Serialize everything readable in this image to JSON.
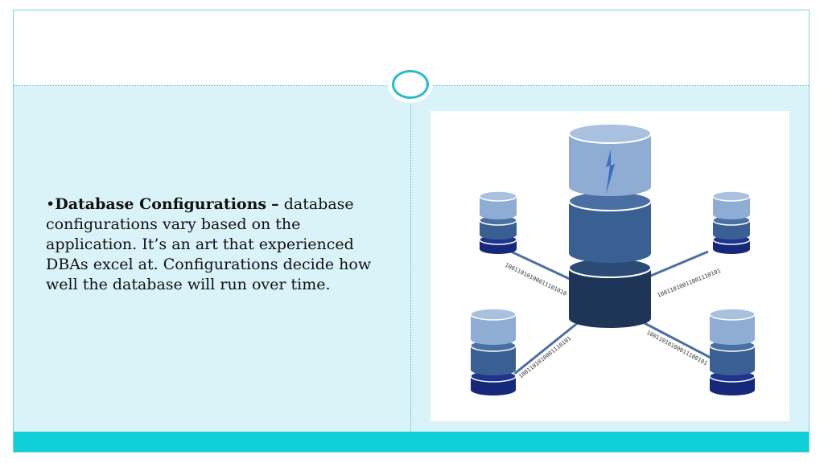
{
  "slide": {
    "bullet_marker": "•",
    "bullet_term": "Database Configurations",
    "bullet_dash": "–",
    "bullet_text": "database configurations vary based on the application. It’s an art that experienced DBAs excel at. Configurations decide how well the database will run over time."
  },
  "illustration": {
    "binary_labels": [
      "10011010100011101010",
      "10011010011001110101",
      "1001101010001110101",
      "10011010100011100101"
    ],
    "colors": {
      "tier_light": "#8eacd4",
      "tier_mid": "#3a5f92",
      "tier_dark": "#1f3557",
      "tier_navy": "#15287a",
      "accent_cyan": "#0fcfd9",
      "background_pale": "#daf3f8"
    }
  }
}
